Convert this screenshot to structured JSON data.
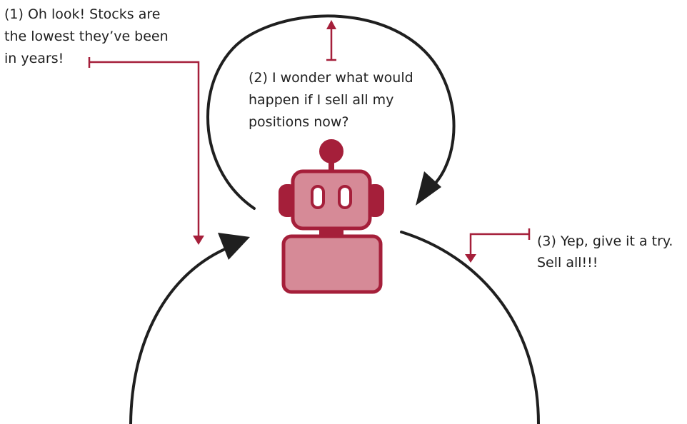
{
  "notes": {
    "step1": {
      "lines": [
        "(1) Oh look! Stocks are",
        "the lowest they’ve been",
        "in years!"
      ]
    },
    "step2": {
      "lines": [
        "(2) I wonder what would",
        "happen if I sell all my",
        "positions now?"
      ]
    },
    "step3": {
      "lines": [
        "(3) Yep, give it a try.",
        "Sell all!!!"
      ]
    }
  },
  "colors": {
    "accent": "#a51f3a",
    "robot_light": "#d68a97",
    "robot_dark": "#a51f3a",
    "stroke": "#1f1f1f"
  },
  "icons": {
    "robot": "robot-icon"
  }
}
